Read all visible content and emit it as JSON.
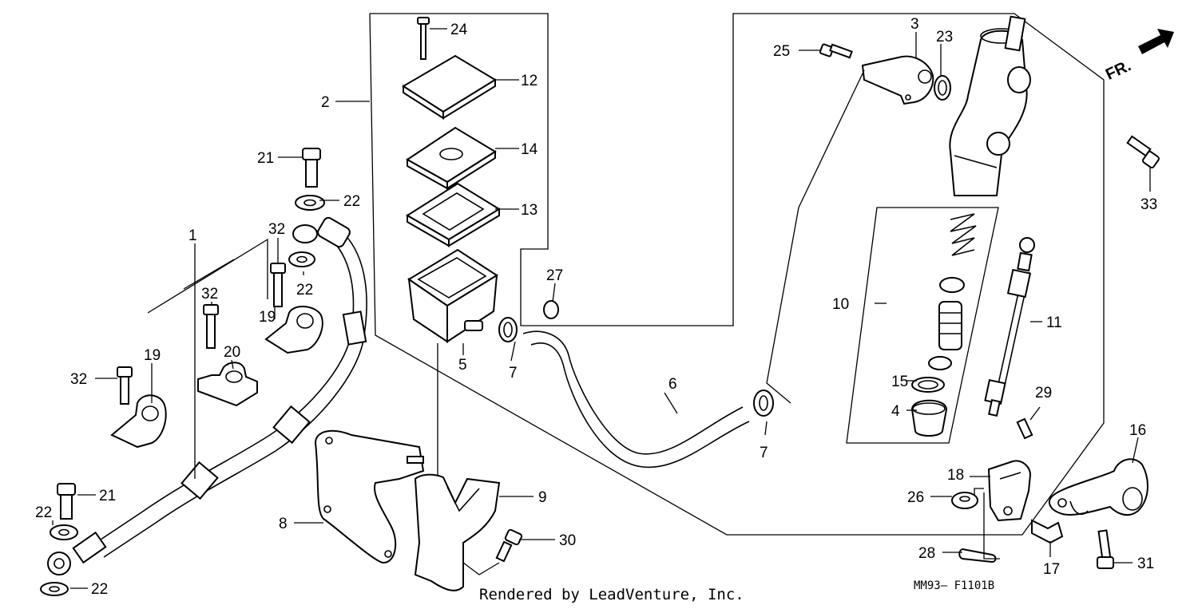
{
  "callouts": {
    "c1": "1",
    "c2": "2",
    "c3": "3",
    "c4": "4",
    "c5": "5",
    "c6": "6",
    "c7a": "7",
    "c7b": "7",
    "c8": "8",
    "c9": "9",
    "c10": "10",
    "c11": "11",
    "c12": "12",
    "c13": "13",
    "c14": "14",
    "c15": "15",
    "c16": "16",
    "c17": "17",
    "c18": "18",
    "c19a": "19",
    "c19b": "19",
    "c20": "20",
    "c21a": "21",
    "c21b": "21",
    "c22a": "22",
    "c22b": "22",
    "c22c": "22",
    "c22d": "22",
    "c23": "23",
    "c24": "24",
    "c25": "25",
    "c26": "26",
    "c27": "27",
    "c28": "28",
    "c29": "29",
    "c30": "30",
    "c31": "31",
    "c32a": "32",
    "c32b": "32",
    "c32c": "32",
    "c33": "33"
  },
  "direction_label": "FR.",
  "diagram_code": "MM93— F1101B",
  "footer": "Rendered by LeadVenture, Inc."
}
